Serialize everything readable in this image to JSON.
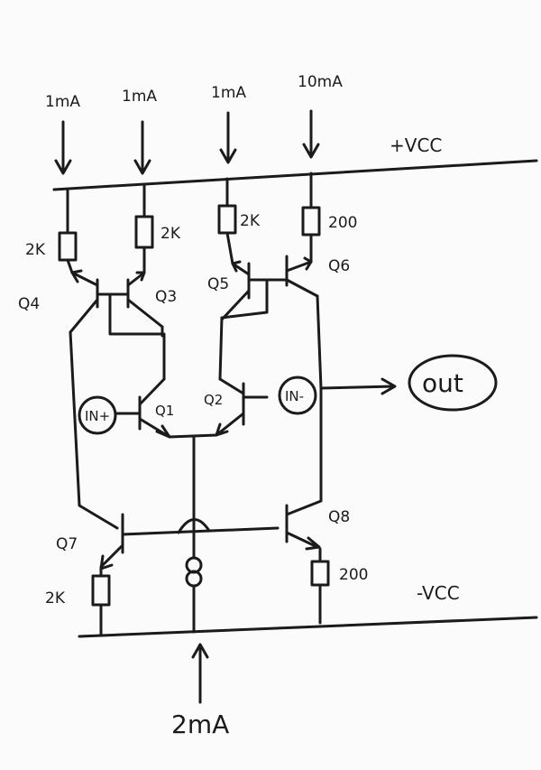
{
  "supplies": {
    "pos": "+VCC",
    "neg": "-VCC"
  },
  "currents": {
    "c1": "1mA",
    "c2": "1mA",
    "c3": "1mA",
    "c4": "10mA",
    "bottom": "2mA"
  },
  "resistors": {
    "r4": "2K",
    "r3": "2K",
    "r5": "2K",
    "r6": "200",
    "r7": "2K",
    "r8": "200"
  },
  "transistors": {
    "q1": "Q1",
    "q2": "Q2",
    "q3": "Q3",
    "q4": "Q4",
    "q5": "Q5",
    "q6": "Q6",
    "q7": "Q7",
    "q8": "Q8"
  },
  "inputs": {
    "pos": "IN+",
    "neg": "IN-"
  },
  "output": "out"
}
